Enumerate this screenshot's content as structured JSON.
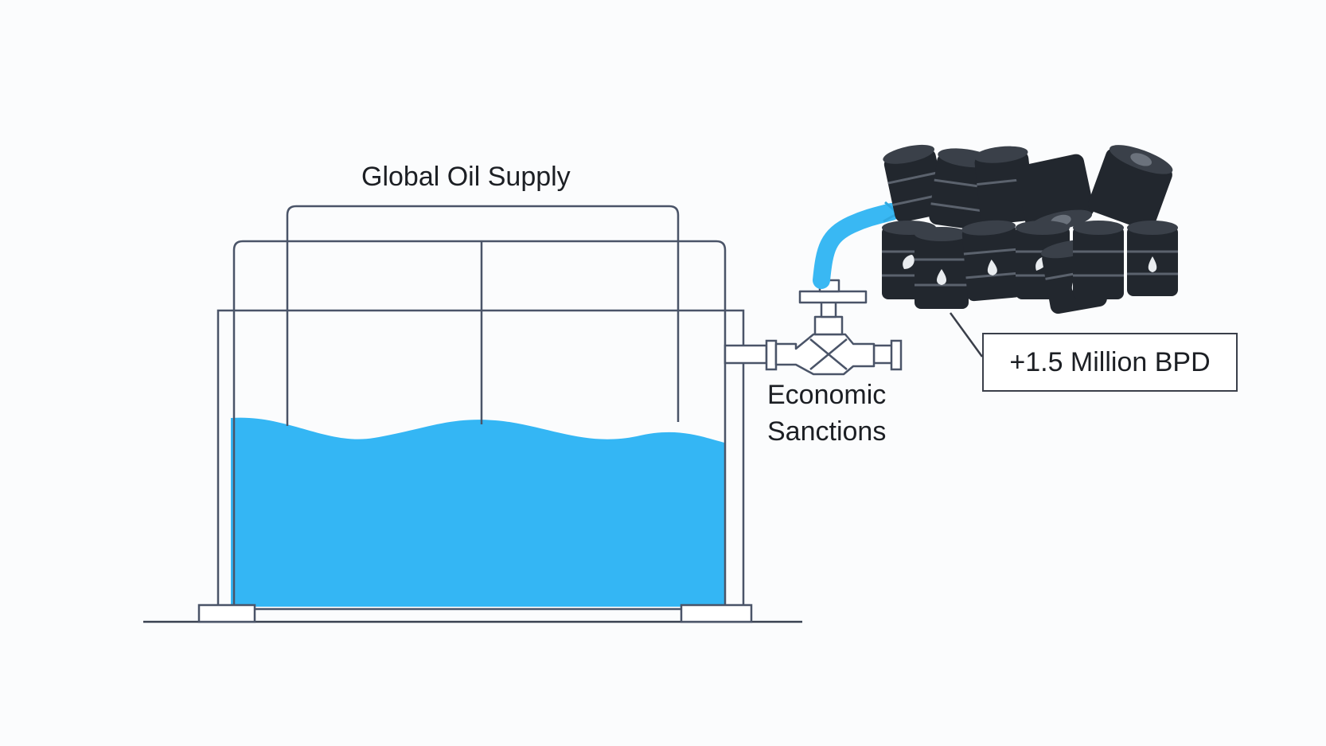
{
  "diagram": {
    "title": "Global Oil Supply",
    "valve_label_line1": "Economic",
    "valve_label_line2": "Sanctions",
    "callout": "+1.5 Million BPD"
  },
  "colors": {
    "liquid": "#34b6f4",
    "outline": "#4a5468",
    "barrel": "#22272e",
    "barrel_band": "#5b626d",
    "stream": "#39b8f3"
  },
  "icons": [
    "storage-tank-icon",
    "valve-icon",
    "oil-barrel-icon",
    "oil-drop-icon"
  ]
}
